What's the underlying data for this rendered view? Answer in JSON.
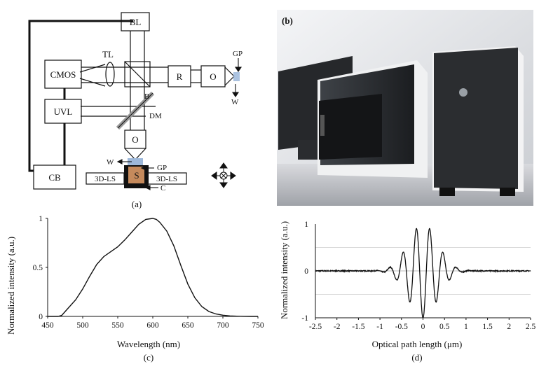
{
  "panel_a": {
    "caption": "(a)",
    "labels": {
      "bl": "BL",
      "cmos": "CMOS",
      "tl": "TL",
      "r": "R",
      "o_right": "O",
      "gp_top": "GP",
      "b": "B",
      "w_top": "W",
      "uvl": "UVL",
      "dm": "DM",
      "o_bottom": "O",
      "w_bottom": "W",
      "gp_bottom": "GP",
      "cb": "CB",
      "ls_left": "3D-LS",
      "s": "S",
      "ls_right": "3D-LS",
      "c": "C"
    }
  },
  "panel_b": {
    "caption": "(b)"
  },
  "chart_data": [
    {
      "id": "c",
      "type": "line",
      "caption": "(c)",
      "xlabel": "Wavelength (nm)",
      "ylabel": "Normalized intensity (a.u.)",
      "xlim": [
        450,
        750
      ],
      "ylim": [
        0,
        1
      ],
      "xticks": [
        "450",
        "500",
        "550",
        "600",
        "650",
        "700",
        "750"
      ],
      "yticks": [
        "0",
        "0.5",
        "1"
      ],
      "series": [
        {
          "x": [
            450,
            460,
            465,
            470,
            475,
            480,
            490,
            500,
            510,
            520,
            530,
            540,
            550,
            560,
            570,
            580,
            590,
            600,
            605,
            610,
            620,
            630,
            640,
            650,
            660,
            670,
            680,
            690,
            700,
            710,
            720,
            730,
            740,
            750
          ],
          "y": [
            0,
            0,
            0,
            0.01,
            0.05,
            0.09,
            0.17,
            0.28,
            0.41,
            0.53,
            0.61,
            0.66,
            0.71,
            0.78,
            0.86,
            0.94,
            0.99,
            1.0,
            0.99,
            0.96,
            0.87,
            0.72,
            0.52,
            0.33,
            0.19,
            0.1,
            0.05,
            0.025,
            0.012,
            0.005,
            0.002,
            0.001,
            0,
            0
          ]
        }
      ]
    },
    {
      "id": "d",
      "type": "line",
      "caption": "(d)",
      "xlabel": "Optical path length (μm)",
      "ylabel": "Normalized intensity (a.u.)",
      "xlim": [
        -2.5,
        2.5
      ],
      "ylim": [
        -1,
        1
      ],
      "xticks": [
        "-2.5",
        "-2",
        "-1.5",
        "-1",
        "-0.5",
        "0",
        "0.5",
        "1",
        "1.5",
        "2",
        "2.5"
      ],
      "yticks": [
        "-1",
        "0",
        "1"
      ],
      "grid": true,
      "signal": {
        "center": 0.0,
        "period": 0.31,
        "envelope_width": 0.48,
        "noise_amplitude": 0.02
      }
    }
  ]
}
